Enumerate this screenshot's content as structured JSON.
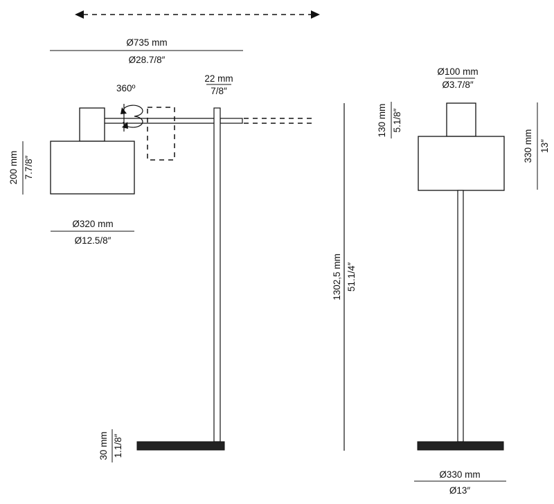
{
  "side_view": {
    "reach_metric": "Ø735 mm",
    "reach_imperial": "Ø28.7/8″",
    "rotation": "360º",
    "tube_metric": "22 mm",
    "tube_imperial": "7/8″",
    "shade_height_metric": "200 mm",
    "shade_height_imperial": "7.7/8″",
    "shade_diameter_metric": "Ø320 mm",
    "shade_diameter_imperial": "Ø12.5/8″",
    "total_height_metric": "1302,5 mm",
    "total_height_imperial": "51.1/4″",
    "base_height_metric": "30 mm",
    "base_height_imperial": "1.1/8″"
  },
  "front_view": {
    "cap_diameter_metric": "Ø100 mm",
    "cap_diameter_imperial": "Ø3.7/8″",
    "cap_height_metric": "130 mm",
    "cap_height_imperial": "5.1/8″",
    "head_height_metric": "330 mm",
    "head_height_imperial": "13″",
    "base_diameter_metric": "Ø330 mm",
    "base_diameter_imperial": "Ø13″"
  },
  "colors": {
    "line": "#111111",
    "base_fill": "#222222",
    "background": "#ffffff"
  }
}
